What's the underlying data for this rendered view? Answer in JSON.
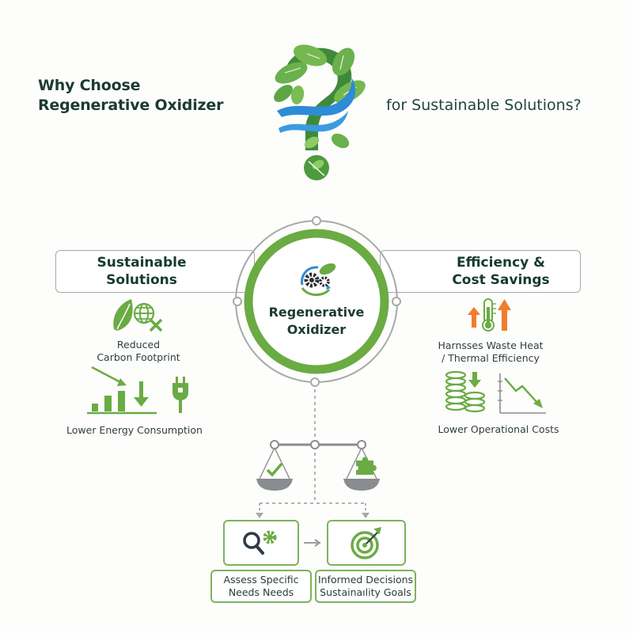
{
  "header": {
    "title_line1": "Why Choose",
    "title_line2": "Regenerative Oxidizer",
    "title_suffix": "for Sustainable Solutions?",
    "logo_icon": "leafy-question-mark-icon"
  },
  "colors": {
    "green": "#6aa84f",
    "dark_green": "#1b3b33",
    "blue": "#2e8bd6",
    "orange": "#ef7d2d",
    "grey": "#9a9c9c"
  },
  "center": {
    "label_line1": "Regenerative",
    "label_line2": "Oxidizer",
    "icon": "gears-leaf-cycle-icon"
  },
  "left": {
    "title_line1": "Sustainable",
    "title_line2": "Solutions",
    "items": [
      {
        "icon": "leaf-globe-x-icon",
        "line1": "Reduced",
        "line2": "Carbon Footprint"
      },
      {
        "icon": "declining-bars-plug-icon",
        "line1": "Lower Energy Consumption"
      }
    ]
  },
  "right": {
    "title_line1": "Efficiency &",
    "title_line2": "Cost Savings",
    "items": [
      {
        "icon": "thermometer-arrows-icon",
        "line1": "Harnsses Waste Heat",
        "line2": "/ Thermal Efficiency"
      },
      {
        "icon": "coins-declining-chart-icon",
        "line1": "Lower Operational Costs"
      }
    ]
  },
  "bottom": {
    "balance_icon": "balance-scale-icon",
    "steps": [
      {
        "icon": "magnifier-gear-icon",
        "line1": "Assess Specific",
        "line2": "Needs Needs"
      },
      {
        "icon": "target-arrow-icon",
        "line1": "Informed Decisions",
        "line2": "Sustainaılity Goals"
      }
    ]
  }
}
